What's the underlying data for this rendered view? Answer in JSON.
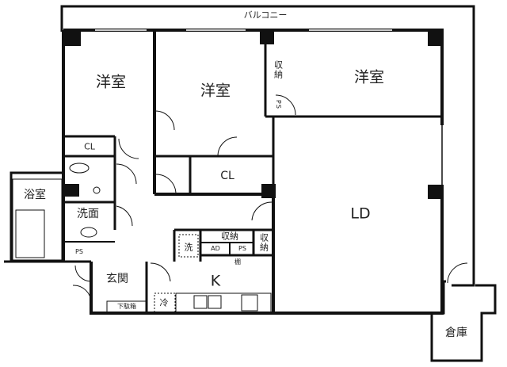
{
  "floor_plan": {
    "balcony": "バルコニー",
    "rooms": {
      "western_room_1": "洋室",
      "western_room_2": "洋室",
      "western_room_3": "洋室",
      "ld": "LD",
      "kitchen": "K",
      "bathroom": "浴室",
      "washroom": "洗面",
      "entrance": "玄関",
      "storehouse": "倉庫"
    },
    "storage": {
      "cl_1": "CL",
      "cl_2": "CL",
      "storage_top": "収納",
      "ps_top": "PS",
      "storage_kitchen": "収納",
      "storage_ld": "収納",
      "ad": "AD",
      "ps_kitchen": "PS",
      "ps_bath": "PS",
      "shelf": "棚",
      "shoe_box": "下駄箱",
      "washer": "洗",
      "fridge": "冷"
    }
  }
}
